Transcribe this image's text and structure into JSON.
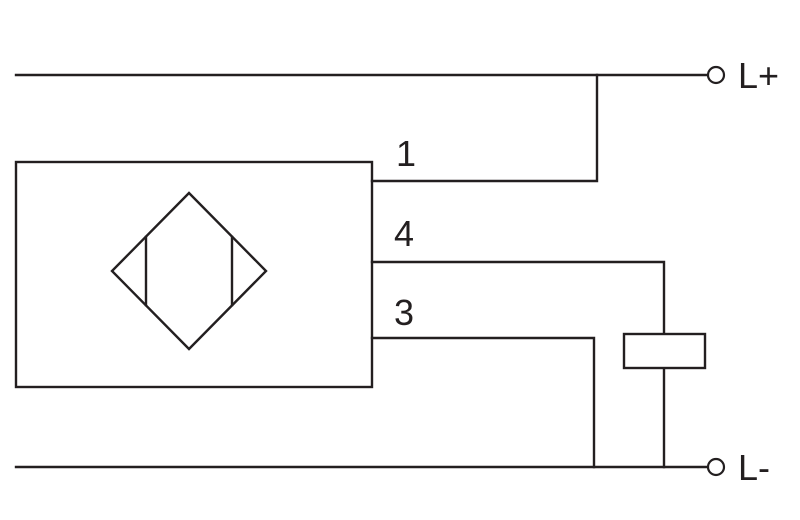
{
  "wiring": {
    "supply_positive_label": "L+",
    "supply_negative_label": "L-",
    "pins": [
      {
        "number": "1"
      },
      {
        "number": "4"
      },
      {
        "number": "3"
      }
    ]
  },
  "colors": {
    "line": "#231f20",
    "background": "#ffffff"
  }
}
